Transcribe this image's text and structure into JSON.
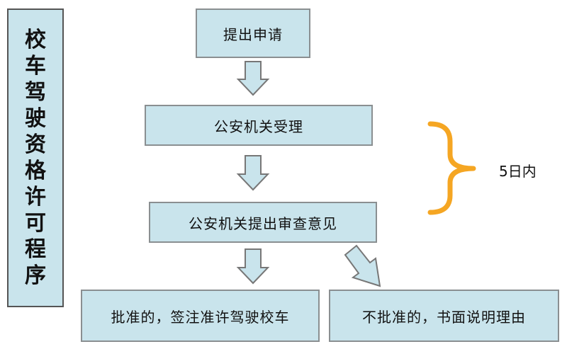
{
  "title": [
    "校",
    "车",
    "驾",
    "驶",
    "资",
    "格",
    "许",
    "可",
    "程",
    "序"
  ],
  "steps": {
    "step1": "提出申请",
    "step2": "公安机关受理",
    "step3": "公安机关提出审查意见",
    "approved": "批准的，签注准许驾驶校车",
    "rejected": "不批准的，书面说明理由"
  },
  "time_note": "5日内",
  "colors": {
    "box_fill": "#c9e4ec",
    "box_border": "#8a8f91",
    "brace": "#f5a623",
    "arrow_fill": "#c9e4ec"
  }
}
